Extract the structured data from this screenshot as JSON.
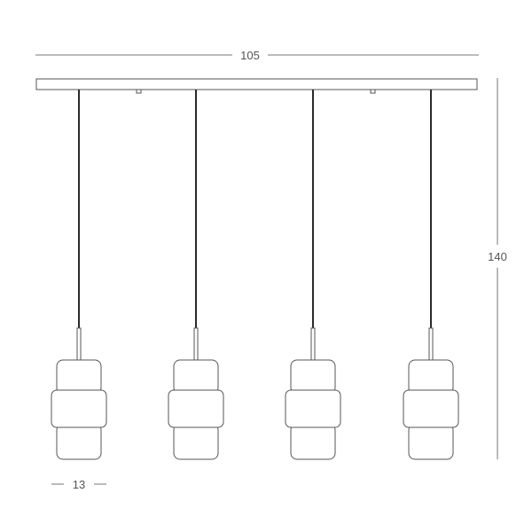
{
  "dimensions": {
    "width_label": "105",
    "height_label": "140",
    "shade_width_label": "13"
  },
  "fixture": {
    "pendant_count": 4
  }
}
